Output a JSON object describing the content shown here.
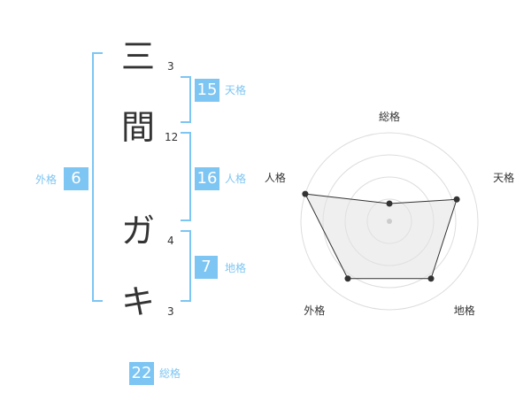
{
  "name_chars": [
    {
      "char": "三",
      "strokes": "3"
    },
    {
      "char": "間",
      "strokes": "12"
    },
    {
      "char": "ガ",
      "strokes": "4"
    },
    {
      "char": "キ",
      "strokes": "3"
    }
  ],
  "fortunes": {
    "tenkaku": {
      "value": "15",
      "label": "天格"
    },
    "jinkaku": {
      "value": "16",
      "label": "人格"
    },
    "chikaku": {
      "value": "7",
      "label": "地格"
    },
    "gaikaku": {
      "value": "6",
      "label": "外格"
    },
    "soukaku": {
      "value": "22",
      "label": "総格"
    }
  },
  "colors": {
    "accent": "#7dc5f2",
    "text": "#333333",
    "grid": "#dddddd",
    "fill": "#f0f0f0"
  },
  "chart_data": {
    "type": "radar",
    "axes": [
      "総格",
      "天格",
      "地格",
      "外格",
      "人格"
    ],
    "max": 5,
    "values": [
      1,
      4,
      4,
      4,
      5
    ],
    "rings": 4
  }
}
